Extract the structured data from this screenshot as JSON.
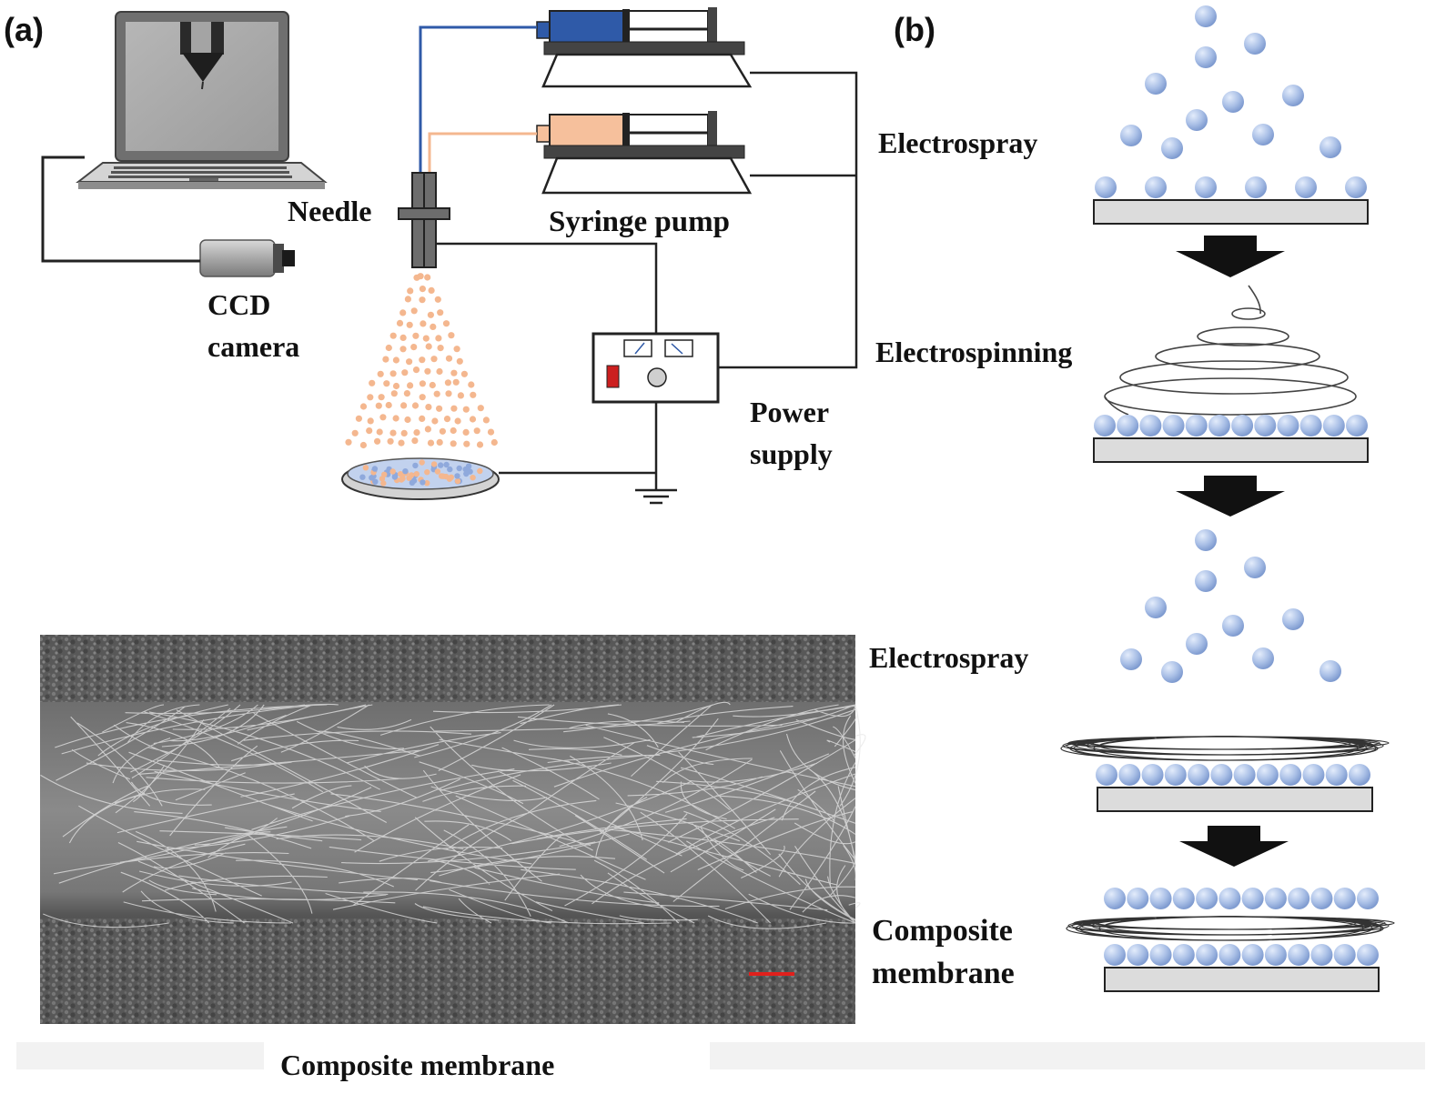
{
  "panels": {
    "a": "(a)",
    "b": "(b)"
  },
  "labels": {
    "needle": "Needle",
    "syringe_pump": "Syringe pump",
    "ccd_line1": "CCD",
    "ccd_line2": "camera",
    "power_line1": "Power",
    "power_line2": "supply"
  },
  "process": {
    "step1": "Electrospray",
    "step2": "Electrospinning",
    "step3": "Electrospray",
    "result_line1": "Composite",
    "result_line2": "membrane"
  },
  "sem_caption": "Composite membrane",
  "colors": {
    "particle": "#a9bfe6",
    "spray": "#f4b78f",
    "syringe_blue": "#2f5aa8",
    "syringe_orange": "#f6c09c",
    "substrate": "#dcdcdc",
    "scale_bar": "#e0201c"
  }
}
